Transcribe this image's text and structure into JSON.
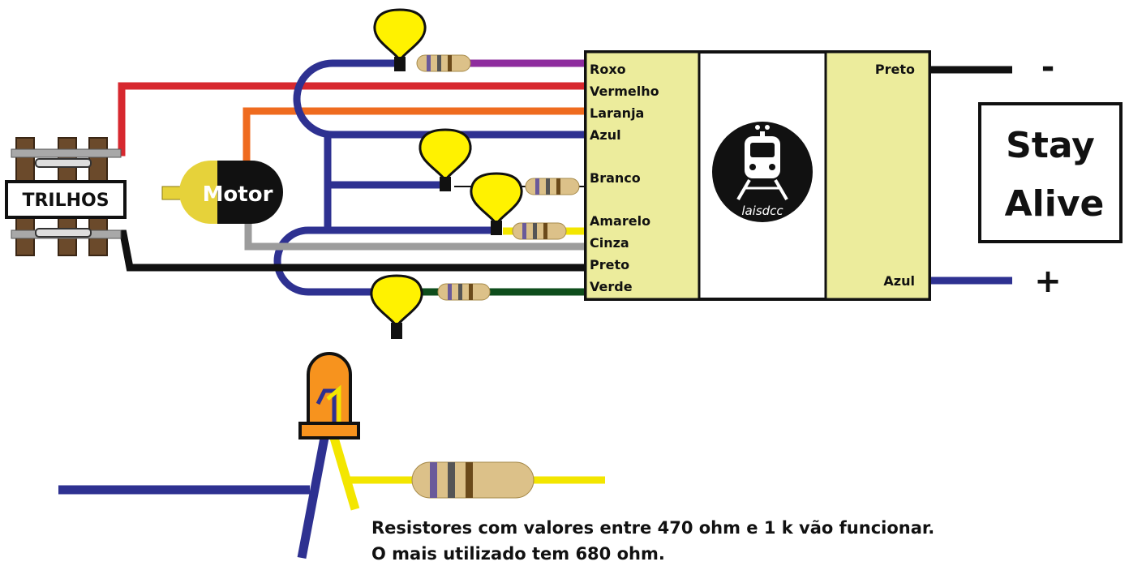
{
  "colors": {
    "purple": "#8e2c9e",
    "red": "#d7282f",
    "orange": "#ef6b1f",
    "blue": "#2e3191",
    "black": "#111111",
    "gray": "#9c9c9c",
    "green": "#0e4d1c",
    "yellow": "#f3e600",
    "decoder_fill": "#ecec9c",
    "bulb": "#fff200",
    "resistor_body": "#dcc189",
    "led_orange": "#f7931e"
  },
  "rails": {
    "label": "TRILHOS"
  },
  "motor": {
    "label": "Motor"
  },
  "decoder": {
    "pins": [
      "Roxo",
      "Vermelho",
      "Laranja",
      "Azul",
      "Branco",
      "Amarelo",
      "Cinza",
      "Preto",
      "Verde"
    ],
    "logo_text": "laisdcc",
    "right_pins": {
      "top": "Preto",
      "bottom": "Azul"
    }
  },
  "stay_alive": {
    "line1": "Stay",
    "line2": "Alive",
    "minus": "-",
    "plus": "+"
  },
  "note": {
    "line1": "Resistores com valores entre 470 ohm e 1 k vão funcionar.",
    "line2": "O mais utilizado tem 680 ohm."
  }
}
